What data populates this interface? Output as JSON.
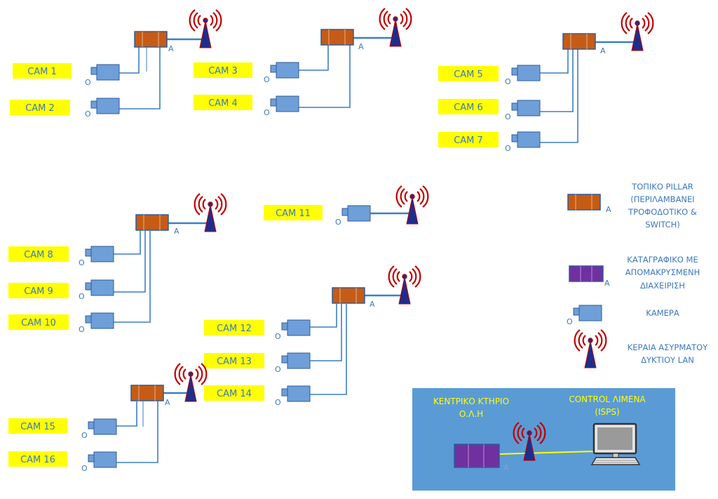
{
  "colors": {
    "label_bg": "#ffff00",
    "label_text": "#3b78c2",
    "link": "#3b7fc4",
    "pillar": "#c65b15",
    "recorder": "#7030a0",
    "camera": "#6f9fd8",
    "antenna_waves": "#c00000",
    "antenna_mast": "#1f2d8a",
    "panel_bg": "#5b9bd5",
    "wireless_link": "#ffff00"
  },
  "cameras": {
    "cam1": "CAM 1",
    "cam2": "CAM 2",
    "cam3": "CAM 3",
    "cam4": "CAM 4",
    "cam5": "CAM 5",
    "cam6": "CAM 6",
    "cam7": "CAM 7",
    "cam8": "CAM 8",
    "cam9": "CAM 9",
    "cam10": "CAM 10",
    "cam11": "CAM 11",
    "cam12": "CAM 12",
    "cam13": "CAM 13",
    "cam14": "CAM 14",
    "cam15": "CAM 15",
    "cam16": "CAM 16"
  },
  "markers": {
    "pillar_tag": "A",
    "camera_tag": "O"
  },
  "legend": {
    "pillar": [
      "ΤΟΠΙΚΟ PILLAR",
      "(ΠΕΡΙΛΑΜΒΑΝΕΙ",
      "ΤΡΟΦΟΔΟΤΙΚΟ &",
      "SWITCH)"
    ],
    "recorder": [
      "ΚΑΤΑΓΡΑΦΙΚΟ ΜΕ",
      "ΑΠΟΜΑΚΡΥΣΜΕΝΗ",
      "ΔΙΑΧΕΙΡΙΣΗ"
    ],
    "camera": [
      "ΚΑΜΕΡΑ"
    ],
    "antenna": [
      "ΚΕΡΑΙΑ ΑΣΥΡΜΑΤΟΥ",
      "ΔΥΚΤΙΟΥ LAN"
    ]
  },
  "central": {
    "building": [
      "ΚΕΝΤΡΙΚΟ ΚΤΗΡΙΟ",
      "Ο.Λ.Η"
    ],
    "control": [
      "CONTROL ΛΙΜΕΝΑ",
      "(ISPS)"
    ]
  },
  "icons": {
    "antenna": "antenna-icon",
    "camera": "camera-icon",
    "pillar": "pillar-icon",
    "recorder": "recorder-icon",
    "computer": "computer-icon"
  }
}
